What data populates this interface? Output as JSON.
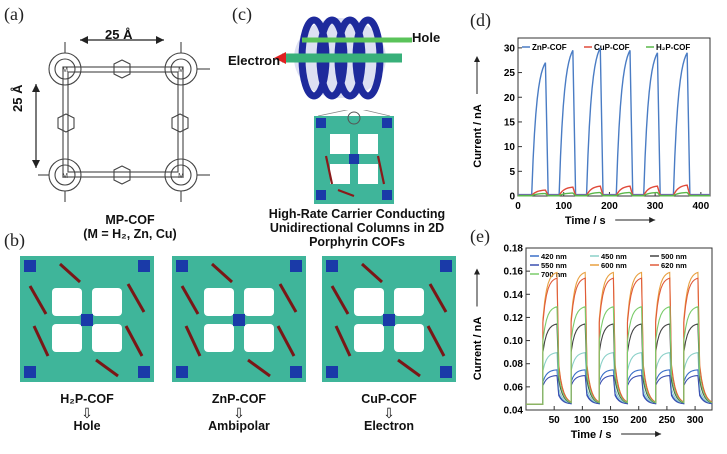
{
  "panels": {
    "a": {
      "label": "(a)",
      "dim_top": "25 Å",
      "dim_left": "25 Å",
      "caption_line1": "MP-COF",
      "caption_line2": "(M = H₂, Zn, Cu)"
    },
    "b": {
      "label": "(b)",
      "cofs": [
        {
          "name": "H₂P-COF",
          "property": "Hole"
        },
        {
          "name": "ZnP-COF",
          "property": "Ambipolar"
        },
        {
          "name": "CuP-COF",
          "property": "Electron"
        }
      ]
    },
    "c": {
      "label": "(c)",
      "hole_label": "Hole",
      "electron_label": "Electron",
      "caption_lines": [
        "High-Rate Carrier Conducting",
        "Unidirectional Columns in 2D",
        "Porphyrin COFs"
      ]
    },
    "d": {
      "label": "(d)"
    },
    "e": {
      "label": "(e)"
    }
  },
  "colors": {
    "zn": "#4a7cc4",
    "cu": "#e04a3a",
    "h2": "#5ab84a",
    "framework": "#3fb59a",
    "helix": "#1e2a9c"
  },
  "chart_data": [
    {
      "type": "line",
      "panel": "d",
      "xlabel": "Time / s",
      "ylabel": "Current / nA",
      "xlim": [
        0,
        420
      ],
      "ylim": [
        0,
        32
      ],
      "xticks": [
        0,
        100,
        200,
        300,
        400
      ],
      "yticks": [
        0,
        5,
        10,
        15,
        20,
        25,
        30
      ],
      "legend_position": "top",
      "series": [
        {
          "name": "ZnP-COF",
          "color": "#4a7cc4",
          "peaks": [
            [
              60,
              27
            ],
            [
              120,
              29.5
            ],
            [
              180,
              30
            ],
            [
              245,
              29.5
            ],
            [
              305,
              29
            ],
            [
              370,
              29
            ]
          ],
          "baseline": 0.3
        },
        {
          "name": "CuP-COF",
          "color": "#e04a3a",
          "peaks": [
            [
              60,
              1.2
            ],
            [
              120,
              1.8
            ],
            [
              180,
              2
            ],
            [
              245,
              2
            ],
            [
              305,
              2
            ],
            [
              370,
              2.2
            ]
          ],
          "baseline": 0.1
        },
        {
          "name": "H₂P-COF",
          "color": "#5ab84a",
          "peaks": [
            [
              60,
              0.5
            ],
            [
              120,
              0.6
            ],
            [
              180,
              0.7
            ],
            [
              245,
              0.7
            ],
            [
              305,
              0.7
            ],
            [
              370,
              0.7
            ]
          ],
          "baseline": 0.05
        }
      ]
    },
    {
      "type": "line",
      "panel": "e",
      "xlabel": "Time / s",
      "ylabel": "Current / nA",
      "xlim": [
        0,
        330
      ],
      "ylim": [
        0.04,
        0.18
      ],
      "xticks": [
        50,
        100,
        150,
        200,
        250,
        300
      ],
      "yticks": [
        0.04,
        0.06,
        0.08,
        0.1,
        0.12,
        0.14,
        0.16,
        0.18
      ],
      "legend_position": "top",
      "on_intervals": [
        [
          30,
          80
        ],
        [
          80,
          130
        ],
        [
          130,
          180
        ],
        [
          180,
          230
        ],
        [
          230,
          280
        ],
        [
          280,
          330
        ]
      ],
      "series": [
        {
          "name": "420 nm",
          "color": "#3a6fc8",
          "base": 0.045,
          "peak": 0.075
        },
        {
          "name": "450 nm",
          "color": "#8ad0c8",
          "base": 0.045,
          "peak": 0.09
        },
        {
          "name": "500 nm",
          "color": "#444444",
          "base": 0.045,
          "peak": 0.115
        },
        {
          "name": "550 nm",
          "color": "#3a4fb0",
          "base": 0.045,
          "peak": 0.07
        },
        {
          "name": "600 nm",
          "color": "#e8a040",
          "base": 0.045,
          "peak": 0.16
        },
        {
          "name": "620 nm",
          "color": "#e05a3a",
          "base": 0.045,
          "peak": 0.155
        },
        {
          "name": "700 nm",
          "color": "#7acc6a",
          "base": 0.045,
          "peak": 0.13
        }
      ]
    }
  ]
}
